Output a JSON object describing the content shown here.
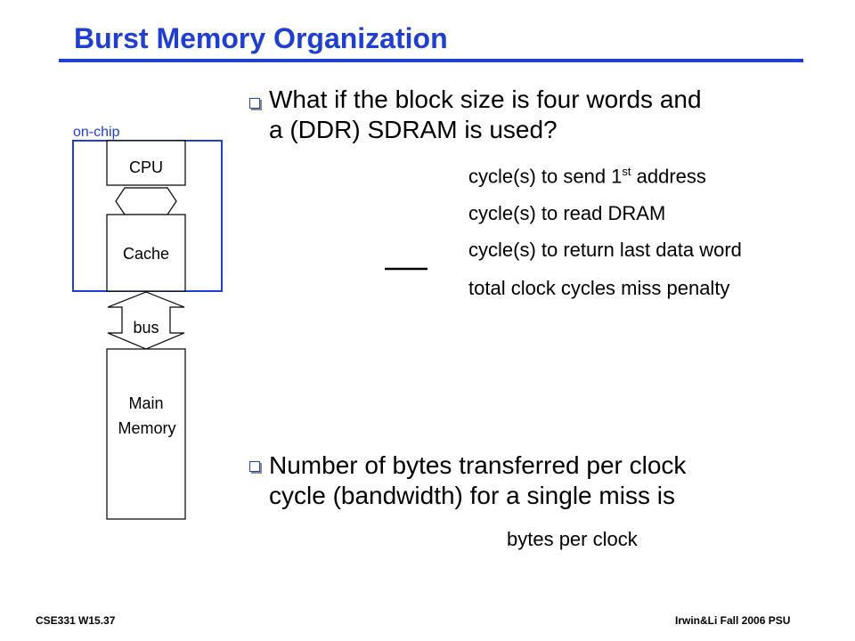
{
  "title": "Burst Memory Organization",
  "diagram": {
    "on_chip_label": "on-chip",
    "cpu_label": "CPU",
    "cache_label": "Cache",
    "bus_label": "bus",
    "main_memory_line1": "Main",
    "main_memory_line2": "Memory",
    "accent_color": "#1f3fd0"
  },
  "bullet1": {
    "line1": "What if the block size is four words and",
    "line2": "a (DDR) SDRAM is used?"
  },
  "steps": {
    "step1_prefix": "cycle(s) to send 1",
    "step1_sup": "st",
    "step1_suffix": " address",
    "step2": "cycle(s) to read DRAM",
    "step3": "cycle(s) to return last data word",
    "step4": "total clock cycles miss penalty"
  },
  "bullet2": {
    "line1": "Number of bytes transferred per clock",
    "line2": "cycle (bandwidth) for a single miss is"
  },
  "bandwidth_unit": "bytes per clock",
  "footer": {
    "left": "CSE331  W15.37",
    "right": "Irwin&Li Fall 2006 PSU"
  }
}
